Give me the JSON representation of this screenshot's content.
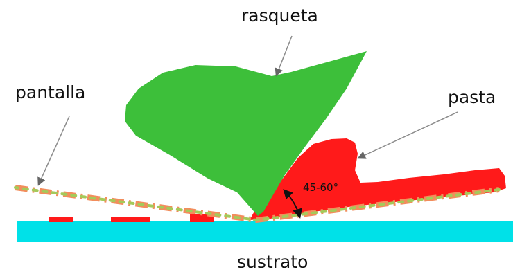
{
  "labels": {
    "squeegee": "rasqueta",
    "screen": "pantalla",
    "paste": "pasta",
    "substrate": "sustrato",
    "angle": "45-60°"
  },
  "colors": {
    "squeegee": "#3dbf3a",
    "paste": "#ff1a1a",
    "substrate": "#00e1e8",
    "screen_dash_a": "#f28d5c",
    "screen_dash_b": "#a5c95a",
    "leader": "#8a8a8a"
  }
}
